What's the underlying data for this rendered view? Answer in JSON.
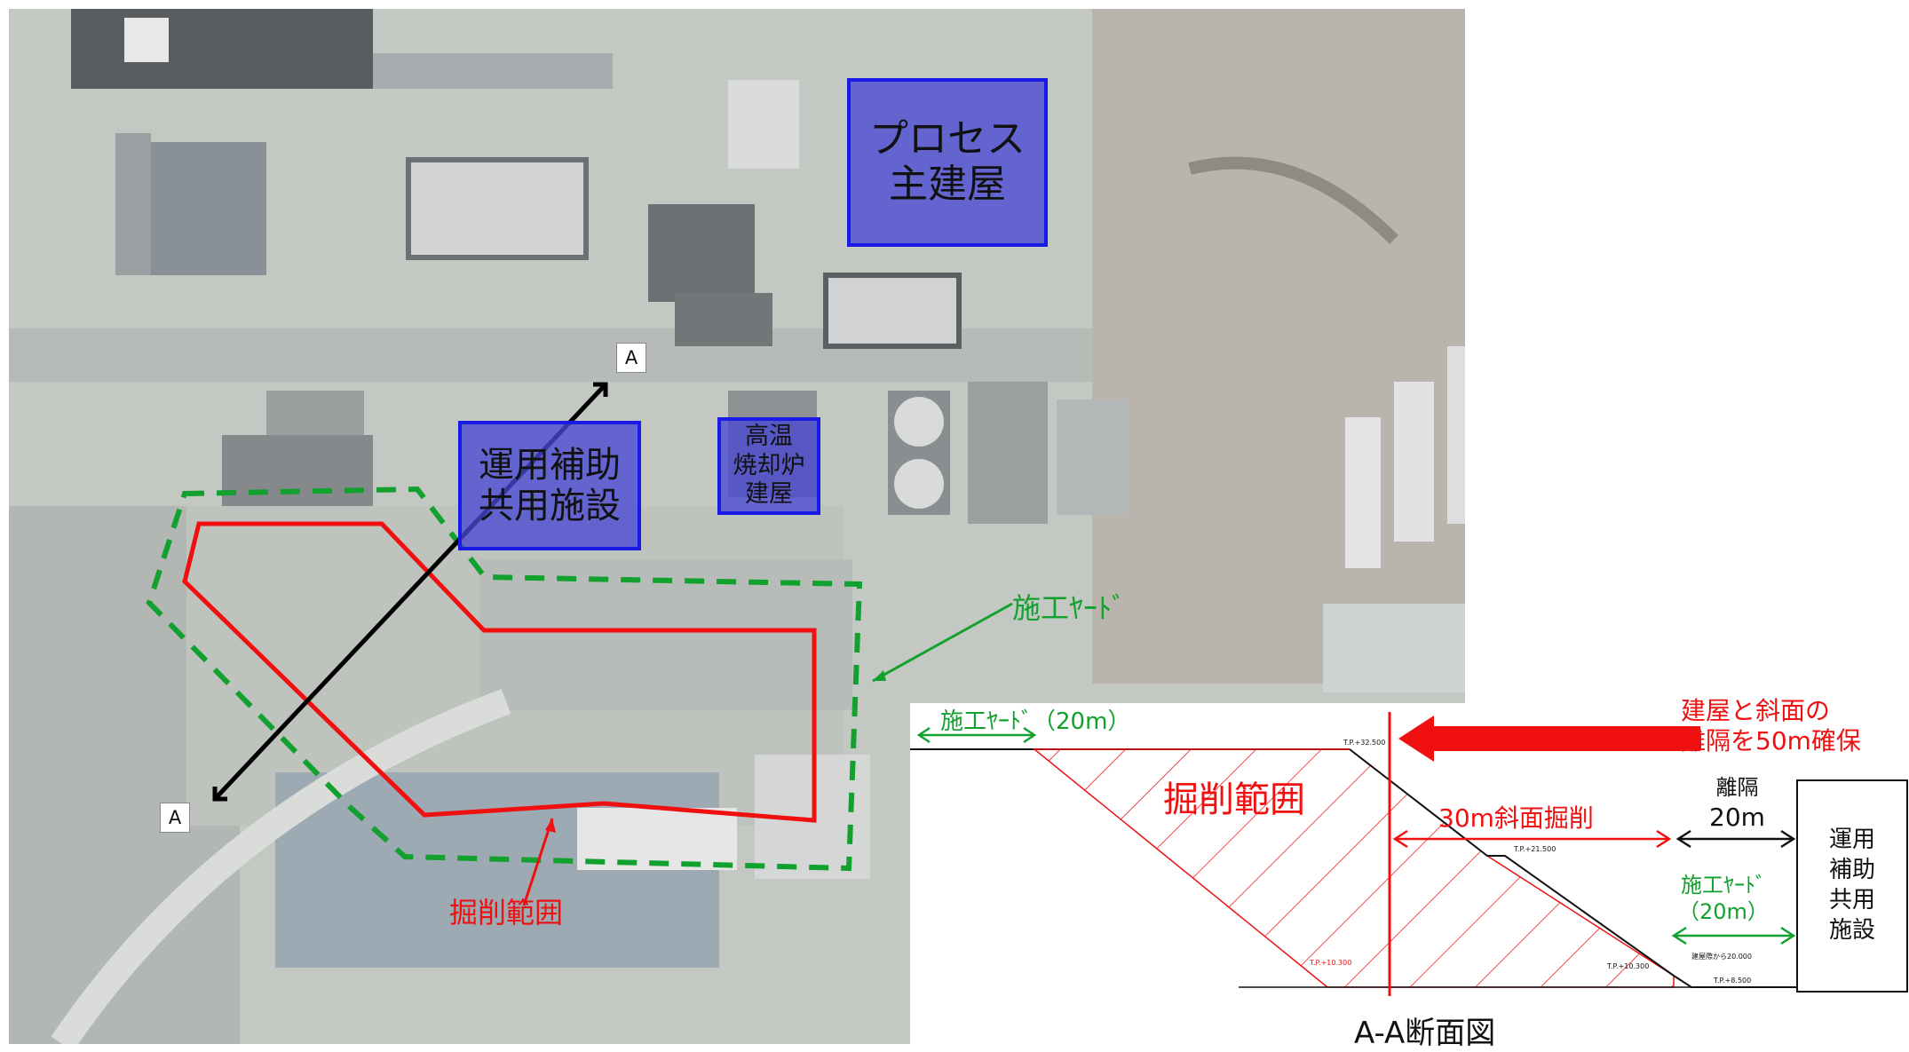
{
  "map": {
    "buildings": {
      "process": [
        "プロセス",
        "主建屋"
      ],
      "incinerator": [
        "高温",
        "焼却炉",
        "建屋"
      ],
      "unyo": [
        "運用補助",
        "共用施設"
      ]
    },
    "section_markers": {
      "top": "A",
      "bottom": "A"
    },
    "labels": {
      "yard": "施工ﾔｰﾄﾞ",
      "excavation": "掘削範囲"
    },
    "colors": {
      "excavation": "#f01010",
      "yard": "#12a12e",
      "building": "#1a1ae6",
      "section_line": "#000000"
    }
  },
  "section": {
    "title": "A-A断面図",
    "yard_top": "施工ﾔｰﾄﾞ（20m）",
    "note": [
      "建屋と斜面の",
      "離隔を50m確保"
    ],
    "excavation_area": "掘削範囲",
    "slope_cut": "30m斜面掘削",
    "separation": [
      "離隔",
      "20m"
    ],
    "yard_bottom": [
      "施工ﾔｰﾄﾞ",
      "（20m）"
    ],
    "facility_box": [
      "運用",
      "補助",
      "共用",
      "施設"
    ],
    "elevations": {
      "top": "T.P.+32.500",
      "mid": "T.P.+21.500",
      "low_left": "T.P.+10.300",
      "low_right": "T.P.+10.300",
      "base": "T.P.+8.500"
    },
    "small_note": "建屋際から20.000"
  }
}
